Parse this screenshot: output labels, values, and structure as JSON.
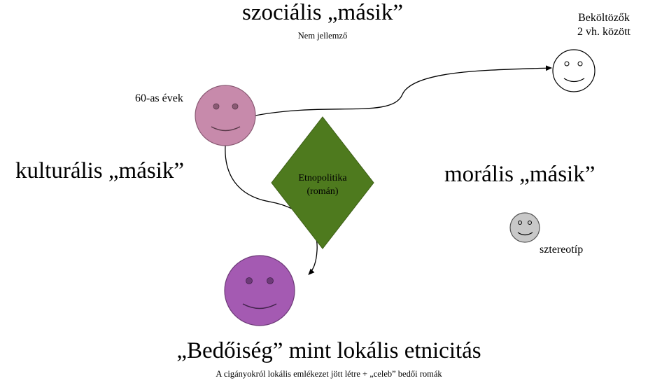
{
  "top": {
    "title": "szociális „másik”",
    "subtitle": "Nem jellemző"
  },
  "left": {
    "title": "kulturális „másik”"
  },
  "right": {
    "title": "morális „másik”"
  },
  "bottom": {
    "title": "„Bedőiség” mint lokális etnicitás",
    "subtitle": "A cigányokról lokális emlékezet jött létre + „celeb” bedői romák"
  },
  "nodes": {
    "sixties": {
      "label": "60-as évek",
      "fill": "#c78aab"
    },
    "settlers": {
      "line1": "Beköltözők",
      "line2": "2 vh. között",
      "fill": "#ffffff"
    },
    "stereotype": {
      "label": "sztereotíp",
      "fill": "#c8c8c8"
    },
    "bedoi": {
      "fill": "#a45ab2"
    },
    "ethnopolitics": {
      "line1": "Etnopolitika",
      "line2": "(román)",
      "fill": "#4e7a1e"
    }
  }
}
